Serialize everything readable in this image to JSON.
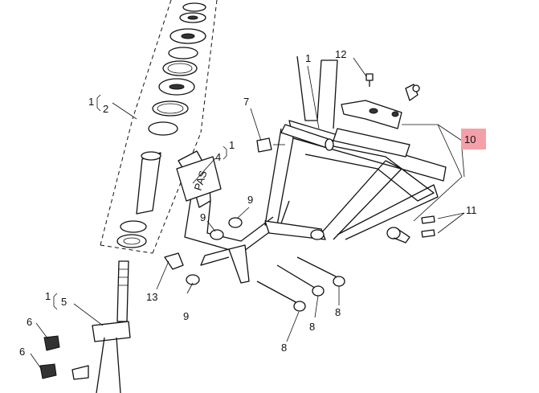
{
  "callouts": {
    "c1_top": "1",
    "c12": "12",
    "c7": "7",
    "c10": "10",
    "c1_bracket_2": "1",
    "c2": "2",
    "c4": "4",
    "c1_bracket_4": "1",
    "c9_a": "9",
    "c9_b": "9",
    "c9_c": "9",
    "c11": "11",
    "c13": "13",
    "c8_a": "8",
    "c8_b": "8",
    "c8_c": "8",
    "c1_bracket_5": "1",
    "c5": "5",
    "c6_a": "6",
    "c6_b": "6"
  },
  "decal_text": "PAS",
  "highlight_color": "#f4a0a8"
}
